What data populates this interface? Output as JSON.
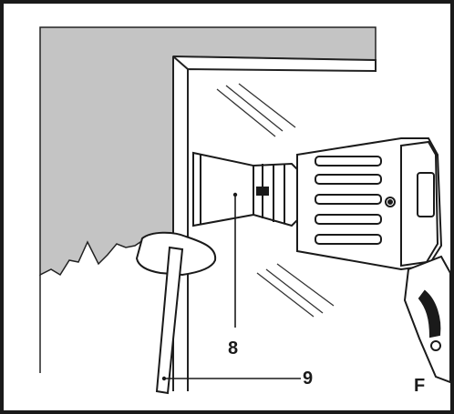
{
  "figure": {
    "letter": "F",
    "callouts": [
      {
        "id": "8",
        "label": "8"
      },
      {
        "id": "9",
        "label": "9"
      }
    ]
  },
  "colors": {
    "frame": "#1a1a1a",
    "wall": "#c4c4c4",
    "line": "#222222",
    "paper": "#ffffff"
  },
  "icons": [
    "heat-gun",
    "scraper",
    "window-frame",
    "paint-flakes",
    "glass-reflection"
  ]
}
